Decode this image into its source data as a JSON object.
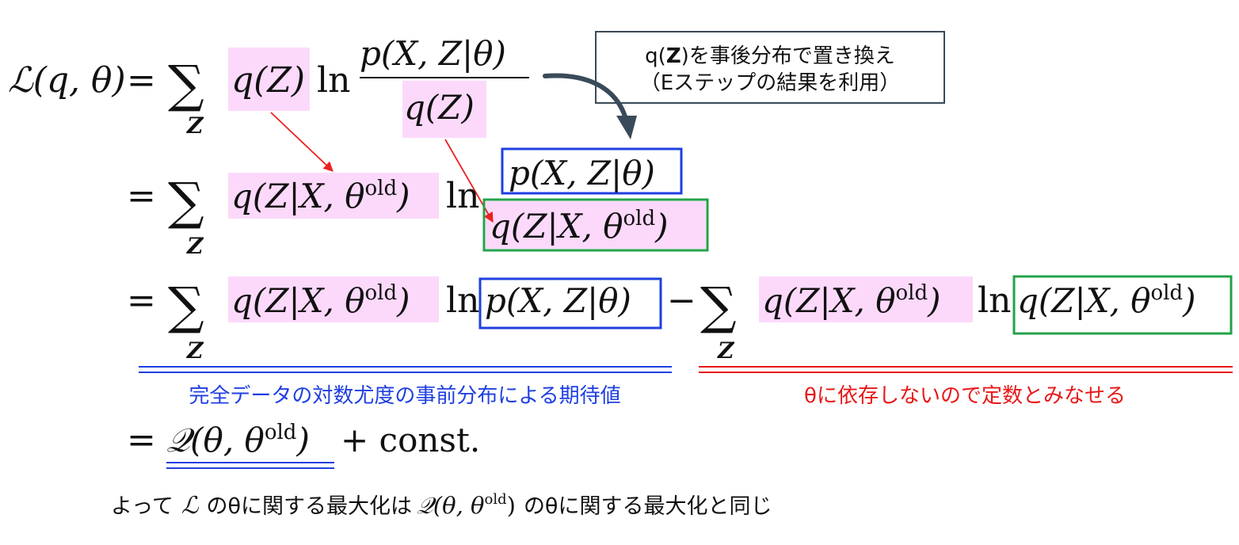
{
  "equation": {
    "line1": {
      "lhs": "ℒ(q, θ)",
      "eq": "=",
      "sum": "∑",
      "sum_sub": "Z",
      "q": "q(Z)",
      "ln": "ln",
      "numerator": "p(X, Z|θ)",
      "denominator": "q(Z)"
    },
    "line2": {
      "eq": "=",
      "sum": "∑",
      "sum_sub": "Z",
      "q_post": "q(Z|X, θ",
      "q_post_sup": "old",
      "q_post_close": ")",
      "ln": "ln",
      "numerator": "p(X, Z|θ)",
      "denominator": "q(Z|X, θ",
      "denominator_sup": "old",
      "denominator_close": ")"
    },
    "line3": {
      "eq": "=",
      "sum": "∑",
      "sum_sub": "Z",
      "q_post": "q(Z|X, θ",
      "q_post_sup": "old",
      "q_post_close": ")",
      "ln": "ln",
      "joint": "p(X, Z|θ)",
      "minus": "−",
      "sum2": "∑",
      "sum2_sub": "Z",
      "q_post2": "q(Z|X, θ",
      "q_post2_sup": "old",
      "q_post2_close": ")",
      "ln2": "ln",
      "q_post3": "q(Z|X, θ",
      "q_post3_sup": "old",
      "q_post3_close": ")"
    },
    "line4": {
      "eq": "=",
      "q_func": "𝒬(θ, θ",
      "q_func_sup": "old",
      "q_func_close": ")",
      "plus_const": "+ const."
    }
  },
  "callout": {
    "line1_pre": "q(",
    "line1_bold": "Z",
    "line1_post": ")を事後分布で置き換え",
    "line2": "（Eステップの結果を利用）"
  },
  "annotations": {
    "blue_label": "完全データの対数尤度の事前分布による期待値",
    "red_label": "θに依存しないので定数とみなせる"
  },
  "conclusion": {
    "part1": "よって",
    "L": "ℒ",
    "part2": "のθに関する最大化は",
    "Q": "𝒬(θ, θ",
    "Q_sup": "old",
    "Q_close": ")",
    "part3": "のθに関する最大化と同じ"
  },
  "colors": {
    "highlight_pink": "#fcd9fb",
    "box_blue": "#1f3fe0",
    "box_green": "#23a24a",
    "arrow_red": "#ee2020",
    "label_blue": "#1f3fe0",
    "label_red": "#e81818",
    "callout_border": "#3a4a5a",
    "callout_arrow": "#3a4a5a"
  }
}
